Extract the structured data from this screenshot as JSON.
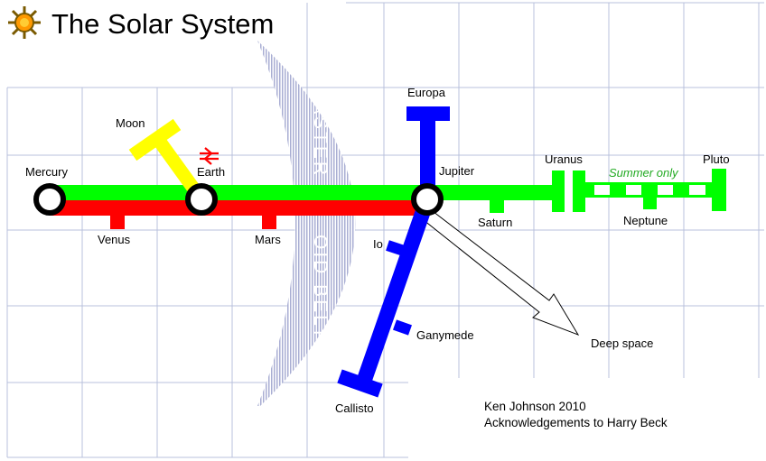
{
  "title": "The Solar System",
  "credit": {
    "line1": "Ken Johnson 2010",
    "line2": "Acknowledgements to Harry Beck"
  },
  "asteroid_belt": {
    "text_upper": "ASTER",
    "text_lower": "OID BELT"
  },
  "notes": {
    "summer_only": "Summer only"
  },
  "stations": {
    "mercury": "Mercury",
    "venus": "Venus",
    "earth": "Earth",
    "moon": "Moon",
    "mars": "Mars",
    "jupiter": "Jupiter",
    "europa": "Europa",
    "io": "Io",
    "ganymede": "Ganymede",
    "callisto": "Callisto",
    "saturn": "Saturn",
    "uranus": "Uranus",
    "neptune": "Neptune",
    "pluto": "Pluto",
    "deep_space": "Deep space"
  },
  "icons": {
    "sun": "sun-icon",
    "rail": "national-rail-icon"
  },
  "colors": {
    "grid": "#b9c1dc",
    "green_line": "#00ff00",
    "red_line": "#ff0000",
    "yellow_line": "#ffff00",
    "blue_line": "#0000ff",
    "belt": "#a9aed3",
    "summer_text": "#22aa22",
    "sun_core": "#ff9900",
    "sun_rays": "#7a5a00"
  }
}
